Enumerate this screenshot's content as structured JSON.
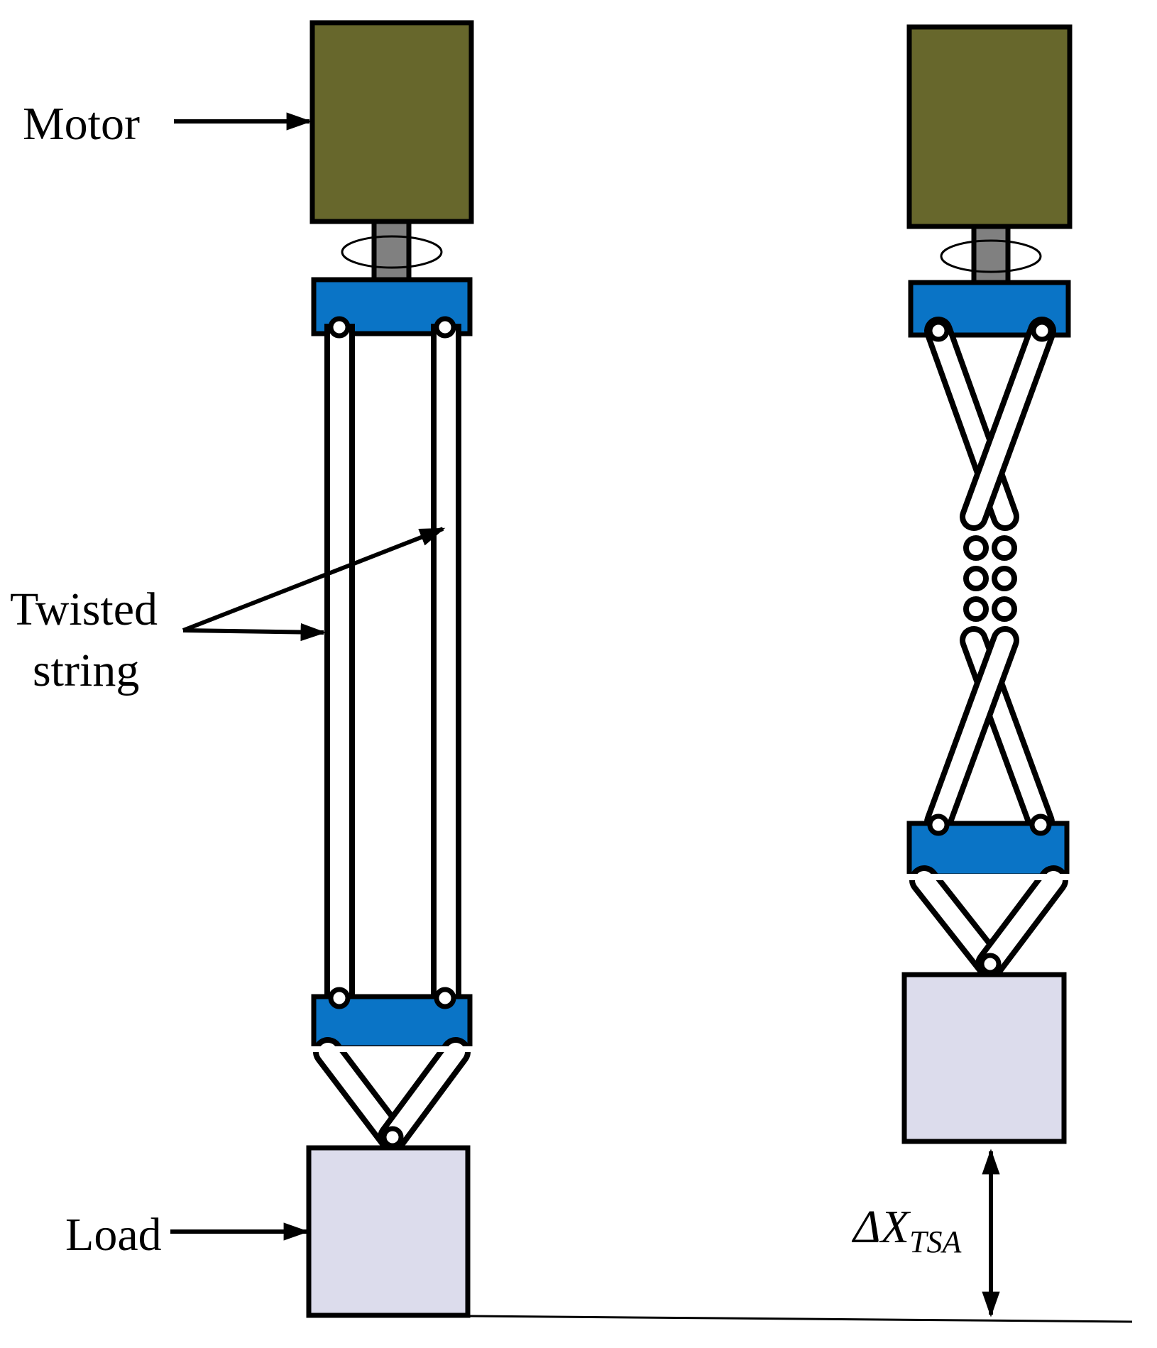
{
  "labels": {
    "motor": "Motor",
    "twisted_line1": "Twisted",
    "twisted_line2": "string",
    "load": "Load",
    "delta_symbol": "ΔX",
    "delta_subscript": "TSA"
  },
  "colors": {
    "motor": "#67672c",
    "shaft": "#808080",
    "plate": "#0a74c6",
    "load": "#dcdcec",
    "outline": "#000000"
  }
}
